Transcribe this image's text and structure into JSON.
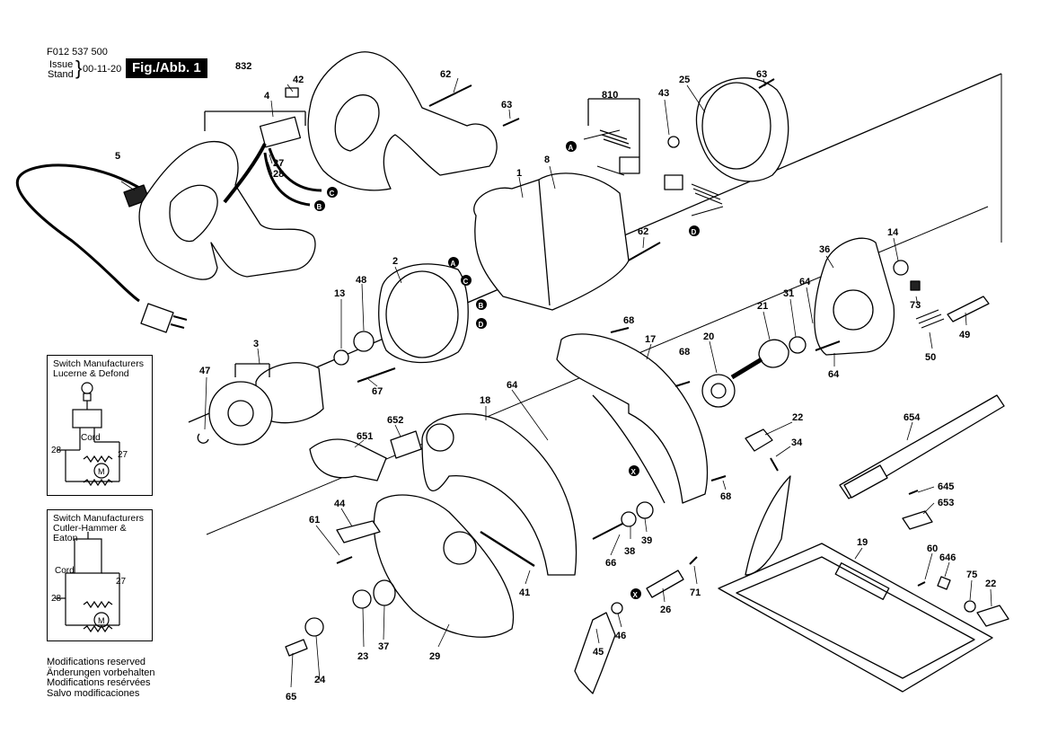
{
  "header": {
    "doc_number": "F012 537 500",
    "issue_label": "Issue",
    "stand_label": "Stand",
    "date": "00-11-20",
    "figure_label": "Fig./Abb. 1"
  },
  "switch_box_1": {
    "title_line1": "Switch Manufacturers",
    "title_line2": "Lucerne & Defond",
    "cord_label": "Cord",
    "num_27": "27",
    "num_28": "28",
    "motor_label": "M"
  },
  "switch_box_2": {
    "title_line1": "Switch Manufacturers",
    "title_line2": "Cutler-Hammer & Eaton",
    "cord_label": "Cord",
    "num_27": "27",
    "num_28": "28",
    "motor_label": "M"
  },
  "modifications": [
    "Modifications reserved",
    "Änderungen vorbehalten",
    "Modifications resérvées",
    "Salvo modificaciones"
  ],
  "connector_markers": [
    "A",
    "B",
    "C",
    "D",
    "X"
  ],
  "part_labels": [
    "832",
    "42",
    "4",
    "5",
    "27",
    "28",
    "62",
    "63",
    "1",
    "8",
    "810",
    "43",
    "25",
    "63",
    "62",
    "2",
    "13",
    "48",
    "3",
    "47",
    "67",
    "36",
    "14",
    "64",
    "31",
    "21",
    "20",
    "73",
    "49",
    "50",
    "64",
    "68",
    "17",
    "68",
    "18",
    "64",
    "652",
    "651",
    "22",
    "34",
    "654",
    "44",
    "61",
    "23",
    "37",
    "29",
    "41",
    "66",
    "38",
    "39",
    "68",
    "71",
    "26",
    "46",
    "45",
    "65",
    "24",
    "19",
    "645",
    "653",
    "60",
    "646",
    "75",
    "22"
  ]
}
